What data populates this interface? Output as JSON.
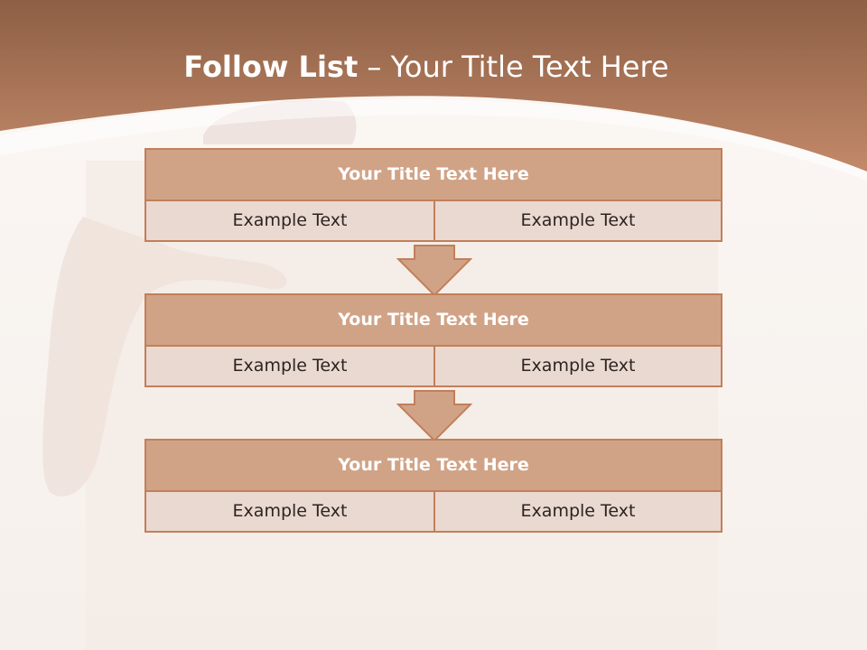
{
  "slide": {
    "title_bold": "Follow List",
    "title_rest": " – Your Title Text Here"
  },
  "steps": [
    {
      "title": "Your Title Text Here",
      "left": "Example Text",
      "right": "Example Text"
    },
    {
      "title": "Your Title Text Here",
      "left": "Example Text",
      "right": "Example Text"
    },
    {
      "title": "Your Title Text Here",
      "left": "Example Text",
      "right": "Example Text"
    }
  ],
  "colors": {
    "header_band": "#b97e5c",
    "box_header_fill": "#d1a386",
    "box_border": "#c17f5a",
    "cell_fill": "#ead9d1",
    "background": "#f8f3ef"
  },
  "icons": [
    "down-arrow-icon",
    "hand-holding-paper-image"
  ]
}
